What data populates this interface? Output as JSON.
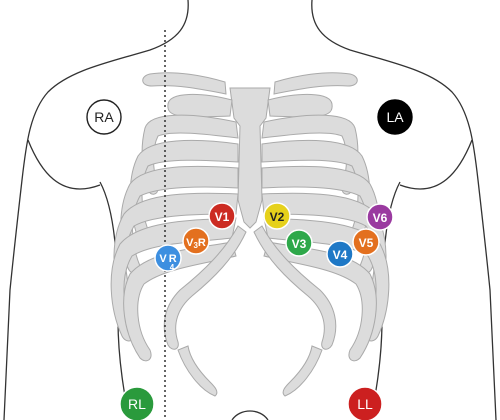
{
  "limb_leads": {
    "ra": {
      "label": "RA",
      "fill": "#ffffff",
      "text_color": "#222222",
      "stroke": "#222222"
    },
    "la": {
      "label": "LA",
      "fill": "#000000",
      "text_color": "#ffffff",
      "stroke": "#000000"
    },
    "rl": {
      "label": "RL",
      "fill": "#2a9a3c",
      "text_color": "#ffffff",
      "stroke": "#ffffff"
    },
    "ll": {
      "label": "LL",
      "fill": "#cc2020",
      "text_color": "#ffffff",
      "stroke": "#ffffff"
    }
  },
  "chest_leads": {
    "v1": {
      "label": "V1",
      "fill": "#cc2b22"
    },
    "v2": {
      "label": "V2",
      "fill": "#e6d11b"
    },
    "v3": {
      "label": "V3",
      "fill": "#2ea84a"
    },
    "v4": {
      "label": "V4",
      "fill": "#1e78c6"
    },
    "v5": {
      "label": "V5",
      "fill": "#e3701f"
    },
    "v6": {
      "label": "V6",
      "fill": "#9a3aa0"
    },
    "v3r": {
      "label_main": "V",
      "label_sub": "3",
      "label_end": "R",
      "fill": "#e3701f"
    },
    "v4r": {
      "label_main": "V",
      "label_end": "R",
      "label_sub": "4",
      "fill": "#3d8fe0"
    }
  },
  "colors": {
    "outline": "#333333",
    "bone_fill": "#dcdcdc",
    "bone_stroke": "#b0b0b0"
  }
}
